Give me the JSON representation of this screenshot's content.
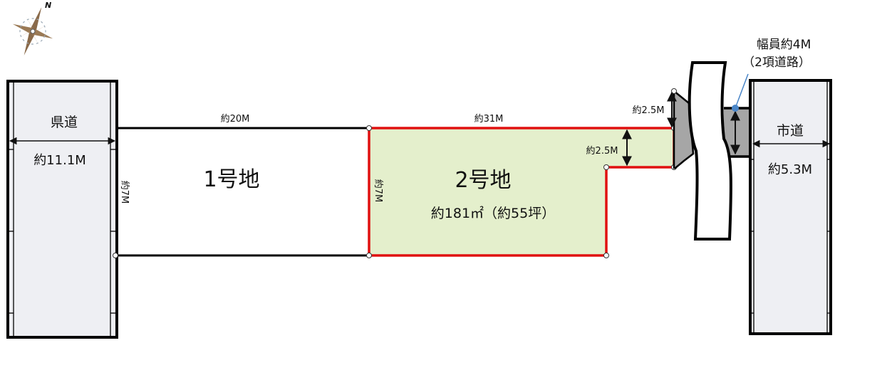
{
  "compass": {
    "north_label": "N"
  },
  "left_road": {
    "name": "県道",
    "width_label": "約11.1M"
  },
  "right_road": {
    "name": "市道",
    "width_label": "約5.3M"
  },
  "access_road": {
    "width_label": "幅員約4M",
    "type_label": "（2項道路）"
  },
  "lot1": {
    "name": "1号地",
    "top_length": "約20M",
    "depth": "約7M"
  },
  "lot2": {
    "name": "2号地",
    "area": "約181㎡（約55坪）",
    "top_length": "約31M",
    "depth": "約7M",
    "notch_depth": "約2.5M",
    "frontage": "約2.5M"
  },
  "colors": {
    "road_fill": "#eeeff3",
    "lot2_fill": "#e4efcc",
    "lot2_border": "#e01010",
    "connector_fill": "#a6a6a6",
    "leader_dot": "#4a86c8"
  }
}
